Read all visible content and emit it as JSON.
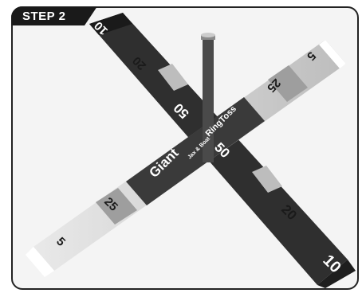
{
  "step_label": "STEP 2",
  "board_a": {
    "values_top": [
      "10",
      "20",
      "50"
    ],
    "values_bottom": [
      "50",
      "20",
      "10"
    ]
  },
  "board_b": {
    "values_top": [
      "5",
      "25",
      "RingToss"
    ],
    "values_bottom": [
      "Giant",
      "25",
      "5"
    ]
  },
  "brand": {
    "giant": "Giant",
    "ringtoss": "RingToss",
    "maker": "Jax & Boat"
  },
  "colors": {
    "dark_board": "#3b3b3b",
    "light_board": "#c9c9c9",
    "wood": "#d6d6d6",
    "pole": "#555555"
  }
}
